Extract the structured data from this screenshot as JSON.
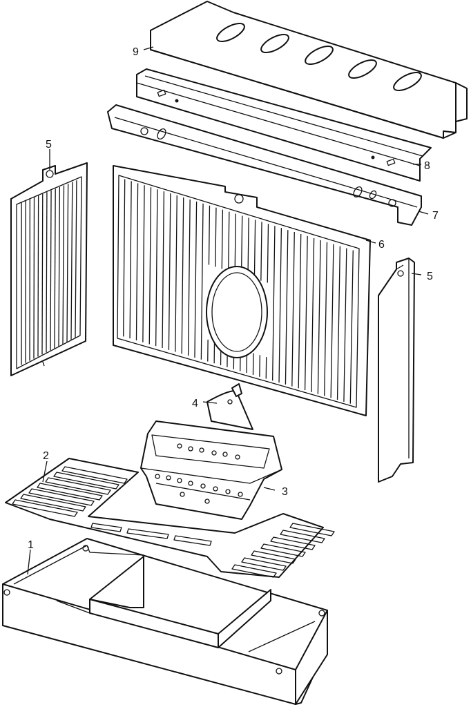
{
  "diagram": {
    "callouts": {
      "c1": "1",
      "c2": "2",
      "c3": "3",
      "c4": "4",
      "c5_left": "5",
      "c5_right": "5",
      "c6": "6",
      "c7": "7",
      "c8": "8",
      "c9": "9"
    },
    "colors": {
      "line": "#111111",
      "background": "#ffffff"
    }
  }
}
